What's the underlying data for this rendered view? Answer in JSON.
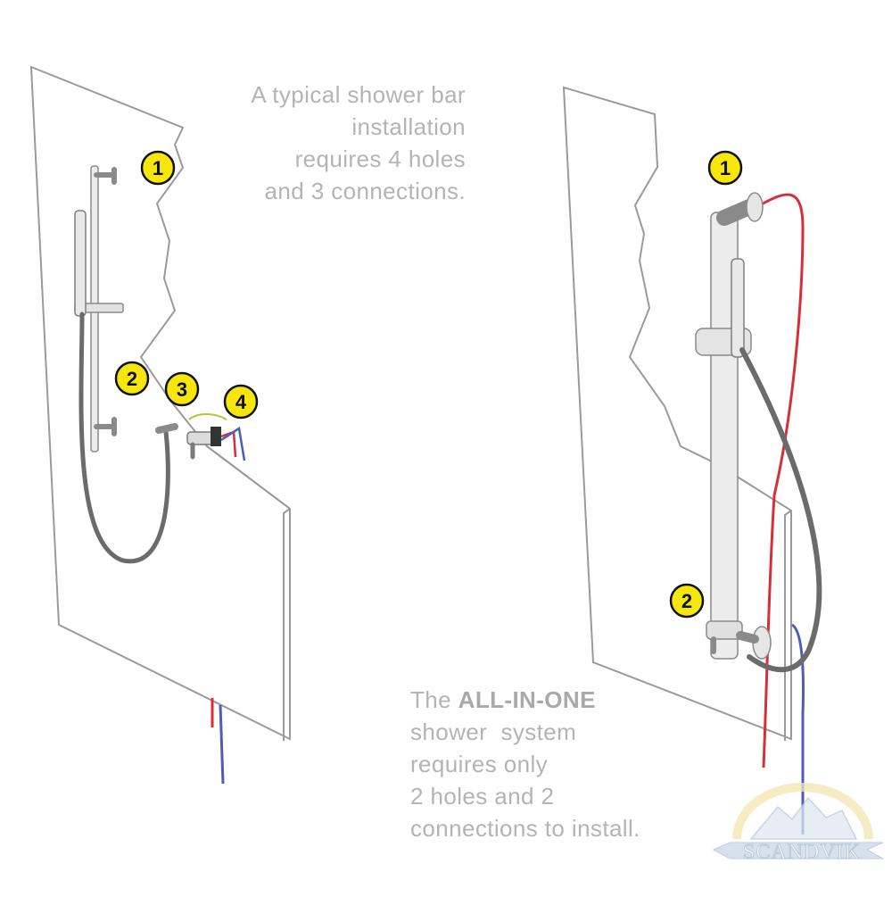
{
  "caption_top": {
    "lines": [
      "A typical shower bar",
      "installation",
      "requires 4 holes",
      "and 3 connections."
    ]
  },
  "caption_bottom": {
    "line1_prefix": "The ",
    "line1_bold": "ALL-IN-ONE",
    "lines": [
      "shower  system",
      "requires only",
      "2 holes and 2",
      "connections to install."
    ]
  },
  "markers_left": [
    "1",
    "2",
    "3",
    "4"
  ],
  "markers_right": [
    "1",
    "2"
  ],
  "logo": {
    "text": "SCANDVIK"
  },
  "colors": {
    "marker_fill": "#f6e60c",
    "hot_pipe": "#d62f3a",
    "cold_pipe": "#4e5db8",
    "hose": "#6b6b6b",
    "panel_stroke": "#9a9a9a",
    "caption_text": "#b4b4b4"
  }
}
